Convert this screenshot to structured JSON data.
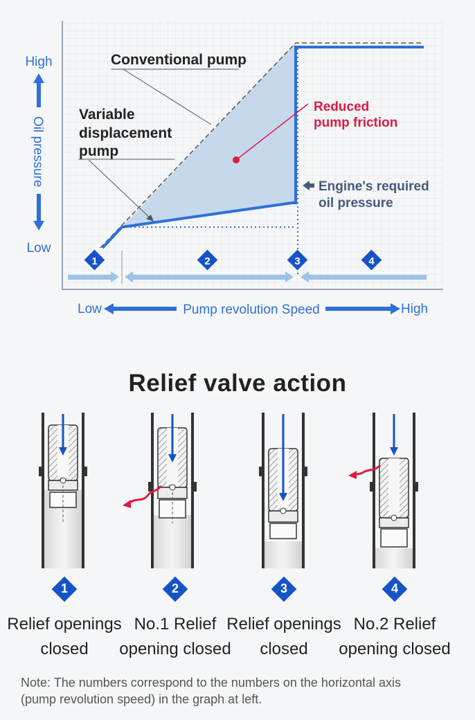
{
  "graph": {
    "y_high": "High",
    "y_low": "Low",
    "y_axis_label": "Oil pressure",
    "x_low": "Low",
    "x_high": "High",
    "x_axis_label": "Pump revolution Speed",
    "conventional_label": "Conventional pump",
    "variable_label_lines": [
      "Variable",
      "displacement",
      "pump"
    ],
    "reduced_label_lines": [
      "Reduced",
      "pump friction"
    ],
    "required_label_lines": [
      "Engine's required",
      "oil pressure"
    ],
    "stage_numbers": [
      "1",
      "2",
      "3",
      "4"
    ],
    "colors": {
      "blue": "#2f6fd6",
      "shade": "#c5d8ec",
      "red": "#e0193f",
      "badge": "#1553c7",
      "band": "#9cc2e5"
    }
  },
  "section_title": "Relief valve action",
  "steps": [
    {
      "num": "1",
      "caption_lines": [
        "Relief openings",
        "closed"
      ]
    },
    {
      "num": "2",
      "caption_lines": [
        "No.1 Relief",
        "opening closed"
      ]
    },
    {
      "num": "3",
      "caption_lines": [
        "Relief openings",
        "closed"
      ]
    },
    {
      "num": "4",
      "caption_lines": [
        "No.2 Relief",
        "opening closed"
      ]
    }
  ],
  "note_lines": [
    "Note: The numbers correspond to the numbers on the horizontal axis",
    "(pump revolution speed) in the graph at left."
  ]
}
